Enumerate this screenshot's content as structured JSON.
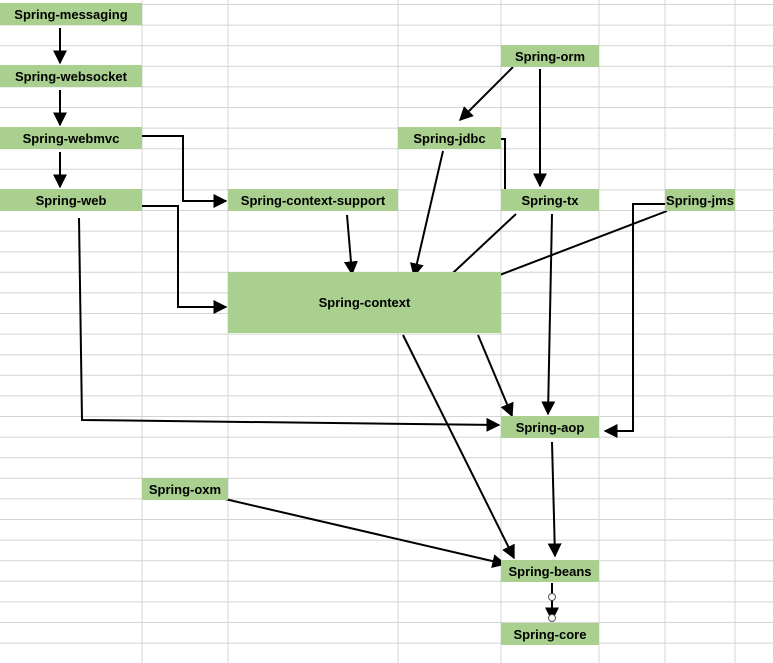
{
  "nodes": {
    "messaging": "Spring-messaging",
    "websocket": "Spring-websocket",
    "webmvc": "Spring-webmvc",
    "web": "Spring-web",
    "context_support": "Spring-context-support",
    "context": "Spring-context",
    "orm": "Spring-orm",
    "jdbc": "Spring-jdbc",
    "tx": "Spring-tx",
    "jms": "Spring-jms",
    "aop": "Spring-aop",
    "oxm": "Spring-oxm",
    "beans": "Spring-beans",
    "core": "Spring-core"
  },
  "colors": {
    "node_fill": "#a9d08e",
    "grid_line": "#d4d4d4",
    "arrow": "#000000"
  },
  "edges": [
    [
      "messaging",
      "websocket"
    ],
    [
      "websocket",
      "webmvc"
    ],
    [
      "webmvc",
      "web"
    ],
    [
      "webmvc",
      "context_support"
    ],
    [
      "web",
      "context"
    ],
    [
      "web",
      "aop"
    ],
    [
      "context_support",
      "context"
    ],
    [
      "orm",
      "jdbc"
    ],
    [
      "orm",
      "tx"
    ],
    [
      "jdbc",
      "tx"
    ],
    [
      "jdbc",
      "context"
    ],
    [
      "tx",
      "context"
    ],
    [
      "tx",
      "aop"
    ],
    [
      "jms",
      "context"
    ],
    [
      "jms",
      "aop"
    ],
    [
      "context",
      "aop"
    ],
    [
      "context",
      "beans"
    ],
    [
      "aop",
      "beans"
    ],
    [
      "oxm",
      "beans"
    ],
    [
      "beans",
      "core"
    ]
  ]
}
